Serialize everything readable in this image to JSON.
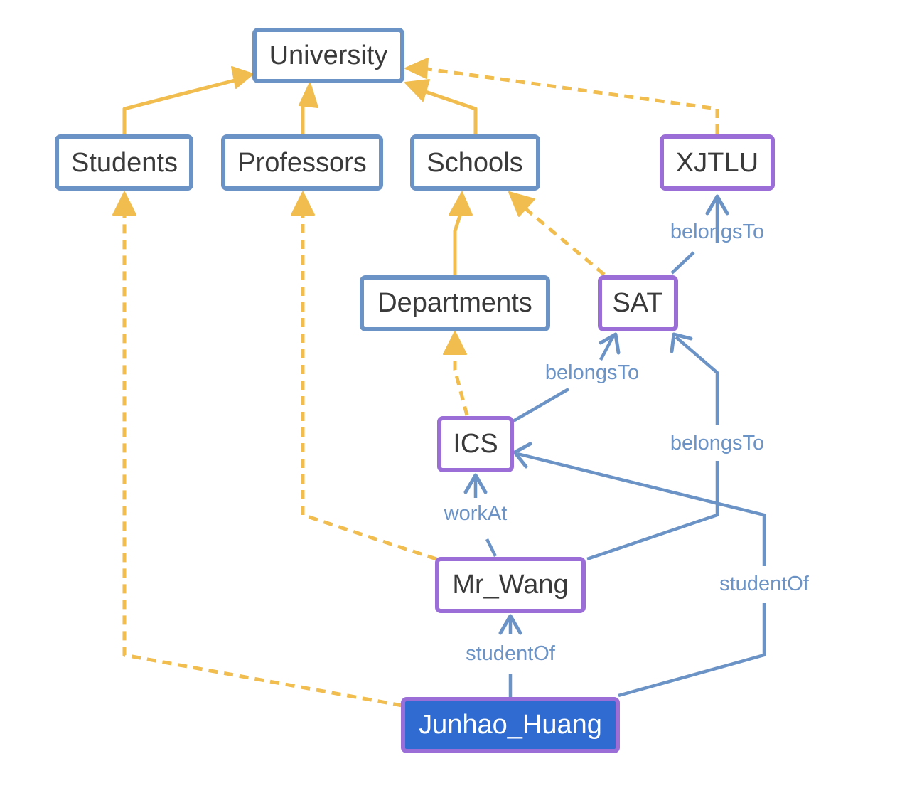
{
  "colors": {
    "class_border": "#6b93c6",
    "individual_border": "#9a6ed6",
    "selected_fill": "#2f6bd0",
    "subclass_edge": "#f0bd4e",
    "property_edge": "#6b93c6",
    "label_text": "#3a3a3a"
  },
  "nodes": [
    {
      "id": "university",
      "label": "University",
      "kind": "class"
    },
    {
      "id": "students",
      "label": "Students",
      "kind": "class"
    },
    {
      "id": "professors",
      "label": "Professors",
      "kind": "class"
    },
    {
      "id": "schools",
      "label": "Schools",
      "kind": "class"
    },
    {
      "id": "xjtlu",
      "label": "XJTLU",
      "kind": "individual"
    },
    {
      "id": "departments",
      "label": "Departments",
      "kind": "class"
    },
    {
      "id": "sat",
      "label": "SAT",
      "kind": "individual"
    },
    {
      "id": "ics",
      "label": "ICS",
      "kind": "individual"
    },
    {
      "id": "mr_wang",
      "label": "Mr_Wang",
      "kind": "individual"
    },
    {
      "id": "junhao_huang",
      "label": "Junhao_Huang",
      "kind": "individual",
      "selected": true
    }
  ],
  "edges": [
    {
      "id": "e1",
      "from": "students",
      "to": "university",
      "type": "subClassOf"
    },
    {
      "id": "e2",
      "from": "professors",
      "to": "university",
      "type": "subClassOf"
    },
    {
      "id": "e3",
      "from": "schools",
      "to": "university",
      "type": "subClassOf"
    },
    {
      "id": "e4",
      "from": "xjtlu",
      "to": "university",
      "type": "instanceOf"
    },
    {
      "id": "e5",
      "from": "departments",
      "to": "schools",
      "type": "subClassOf"
    },
    {
      "id": "e6",
      "from": "sat",
      "to": "schools",
      "type": "instanceOf"
    },
    {
      "id": "e7",
      "from": "sat",
      "to": "xjtlu",
      "type": "property",
      "label": "belongsTo"
    },
    {
      "id": "e8",
      "from": "ics",
      "to": "departments",
      "type": "instanceOf"
    },
    {
      "id": "e9",
      "from": "ics",
      "to": "sat",
      "type": "property",
      "label": "belongsTo"
    },
    {
      "id": "e10",
      "from": "mr_wang",
      "to": "sat",
      "type": "property",
      "label": "belongsTo"
    },
    {
      "id": "e11",
      "from": "mr_wang",
      "to": "ics",
      "type": "property",
      "label": "workAt"
    },
    {
      "id": "e12",
      "from": "mr_wang",
      "to": "professors",
      "type": "instanceOf"
    },
    {
      "id": "e13",
      "from": "junhao_huang",
      "to": "mr_wang",
      "type": "property",
      "label": "studentOf"
    },
    {
      "id": "e14",
      "from": "junhao_huang",
      "to": "ics",
      "type": "property",
      "label": "studentOf"
    },
    {
      "id": "e15",
      "from": "junhao_huang",
      "to": "students",
      "type": "instanceOf"
    }
  ]
}
